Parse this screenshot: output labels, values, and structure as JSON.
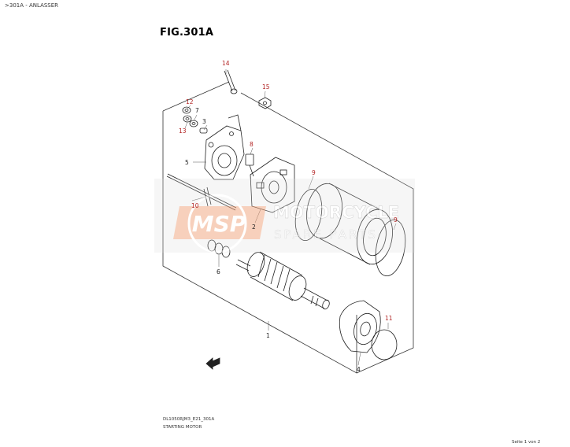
{
  "breadcrumb": ">301A - ANLASSER",
  "figure_title": "FIG.301A",
  "watermark": {
    "logo_text": "MSP",
    "brand_line1": "MOTORCYCLE",
    "brand_line2": "SPARE PARTS"
  },
  "parts": [
    {
      "number": "1",
      "color": "black"
    },
    {
      "number": "2",
      "color": "black"
    },
    {
      "number": "3",
      "color": "black"
    },
    {
      "number": "4",
      "color": "black"
    },
    {
      "number": "5",
      "color": "black"
    },
    {
      "number": "6",
      "color": "black"
    },
    {
      "number": "7",
      "color": "black"
    },
    {
      "number": "8",
      "color": "red"
    },
    {
      "number": "9",
      "color": "red"
    },
    {
      "number": "9",
      "color": "red"
    },
    {
      "number": "10",
      "color": "red"
    },
    {
      "number": "11",
      "color": "red"
    },
    {
      "number": "12",
      "color": "red"
    },
    {
      "number": "13",
      "color": "red"
    },
    {
      "number": "14",
      "color": "red"
    },
    {
      "number": "15",
      "color": "red"
    }
  ],
  "footer": {
    "model_code": "DL1050RJM3_E21_301A",
    "caption": "STARTING MOTOR",
    "page": "Seite 1 von 2"
  }
}
